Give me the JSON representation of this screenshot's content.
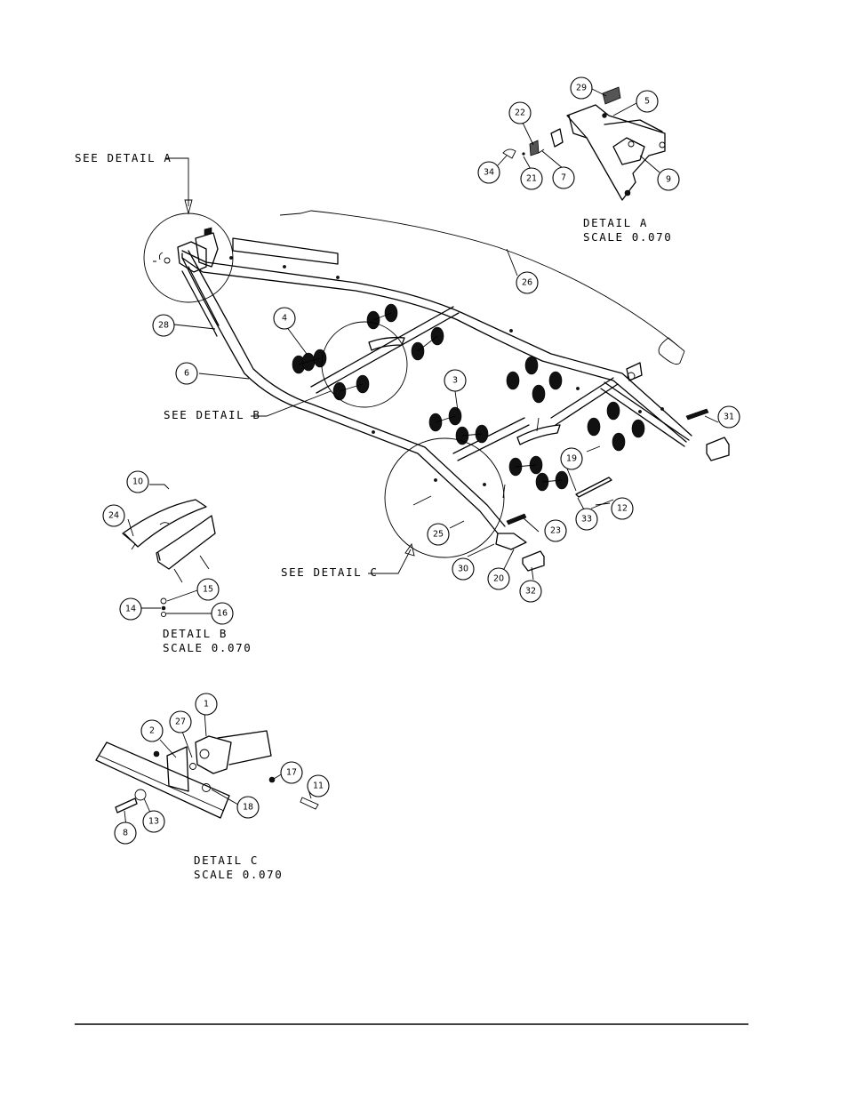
{
  "callouts": {
    "see_detail_a": "SEE DETAIL  A",
    "see_detail_b": "SEE DETAIL  B",
    "see_detail_c": "SEE DETAIL  C"
  },
  "details": {
    "a": {
      "title": "DETAIL  A",
      "scale": "SCALE  0.070"
    },
    "b": {
      "title": "DETAIL  B",
      "scale": "SCALE  0.070"
    },
    "c": {
      "title": "DETAIL  C",
      "scale": "SCALE  0.070"
    }
  },
  "balloons": [
    "29",
    "5",
    "22",
    "34",
    "21",
    "7",
    "9",
    "26",
    "28",
    "4",
    "6",
    "3",
    "31",
    "19",
    "10",
    "24",
    "12",
    "33",
    "23",
    "25",
    "30",
    "20",
    "32",
    "15",
    "14",
    "16",
    "1",
    "27",
    "2",
    "17",
    "11",
    "18",
    "8",
    "13"
  ]
}
